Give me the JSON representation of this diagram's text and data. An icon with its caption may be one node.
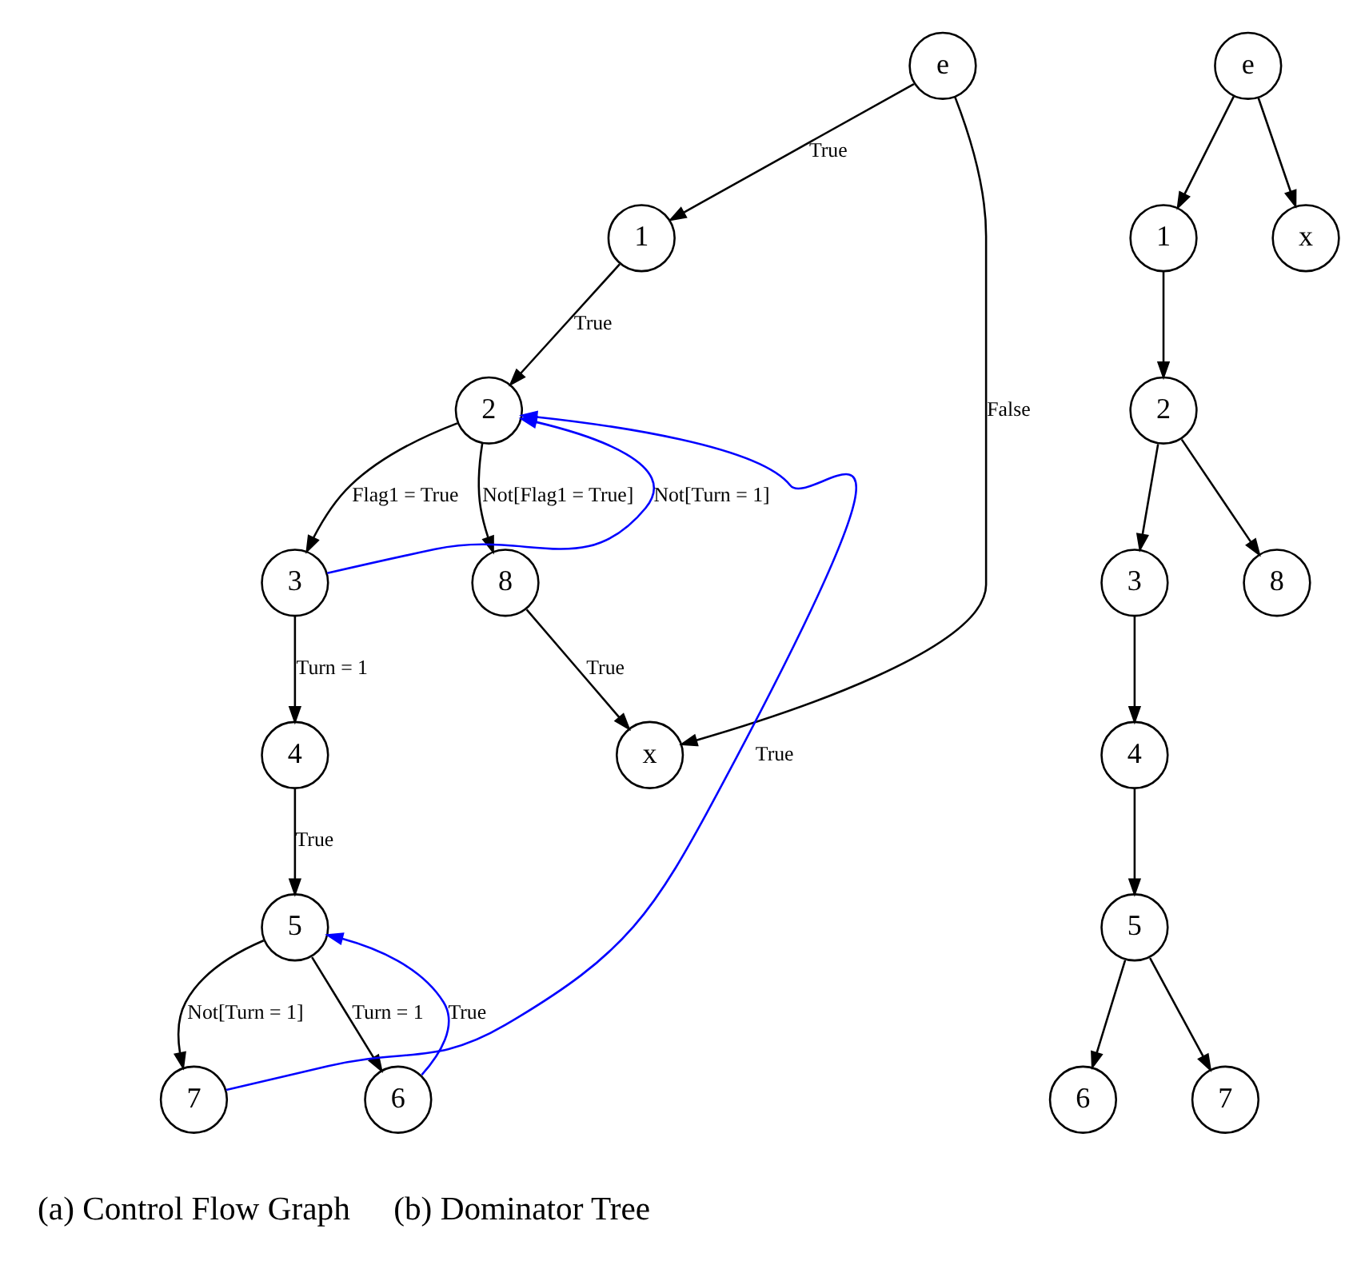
{
  "diagram": {
    "nodes": [
      {
        "text": [
          "e"
        ]
      },
      {
        "text": [
          "1"
        ]
      },
      {
        "text": [
          "2"
        ]
      },
      {
        "text": [
          "8"
        ]
      },
      {
        "text": [
          "3"
        ]
      },
      {
        "text": [
          "x"
        ]
      },
      {
        "text": [
          "4"
        ]
      },
      {
        "text": [
          "5"
        ]
      },
      {
        "text": [
          "7"
        ]
      },
      {
        "text": [
          "6"
        ]
      },
      {
        "text": [
          "e"
        ]
      },
      {
        "text": [
          "1"
        ]
      },
      {
        "text": [
          "x"
        ]
      },
      {
        "text": [
          "2"
        ]
      },
      {
        "text": [
          "3"
        ]
      },
      {
        "text": [
          "8"
        ]
      },
      {
        "text": [
          "4"
        ]
      },
      {
        "text": [
          "5"
        ]
      },
      {
        "text": [
          "6"
        ]
      },
      {
        "text": [
          "7"
        ]
      }
    ],
    "edges": [
      {
        "from": 0,
        "to": 1,
        "arrow": "to",
        "label": "True"
      },
      {
        "from": 0,
        "to": 5,
        "arrow": "to",
        "label": "False"
      },
      {
        "from": 1,
        "to": 2,
        "arrow": "to",
        "label": "True"
      },
      {
        "from": 2,
        "to": 3,
        "arrow": "to",
        "label": "Not[Flag1 = True]"
      },
      {
        "from": 2,
        "to": 4,
        "arrow": "to",
        "label": "Flag1 = True"
      },
      {
        "from": 4,
        "to": 2,
        "arrow": "to",
        "label": "Not[Turn = 1]",
        "color": "#0000ff"
      },
      {
        "from": 3,
        "to": 5,
        "arrow": "to",
        "label": "True"
      },
      {
        "from": 4,
        "to": 6,
        "arrow": "to",
        "label": "Turn = 1"
      },
      {
        "from": 6,
        "to": 7,
        "arrow": "to",
        "label": "True"
      },
      {
        "from": 7,
        "to": 8,
        "arrow": "to",
        "label": "Not[Turn = 1]"
      },
      {
        "from": 7,
        "to": 9,
        "arrow": "to",
        "label": "Turn = 1"
      },
      {
        "from": 9,
        "to": 7,
        "arrow": "to",
        "label": "True",
        "color": "#0000ff"
      },
      {
        "from": 8,
        "to": 2,
        "arrow": "to",
        "label": "True",
        "color": "#0000ff"
      },
      {
        "from": 10,
        "to": 11,
        "arrow": "to"
      },
      {
        "from": 10,
        "to": 12,
        "arrow": "to"
      },
      {
        "from": 11,
        "to": 13,
        "arrow": "to"
      },
      {
        "from": 13,
        "to": 14,
        "arrow": "to"
      },
      {
        "from": 13,
        "to": 15,
        "arrow": "to"
      },
      {
        "from": 14,
        "to": 16,
        "arrow": "to"
      },
      {
        "from": 16,
        "to": 17,
        "arrow": "to"
      },
      {
        "from": 17,
        "to": 18,
        "arrow": "to"
      },
      {
        "from": 17,
        "to": 19,
        "arrow": "to"
      }
    ],
    "labels": [
      "(a) Control Flow Graph",
      "(b) Dominator Tree"
    ]
  }
}
